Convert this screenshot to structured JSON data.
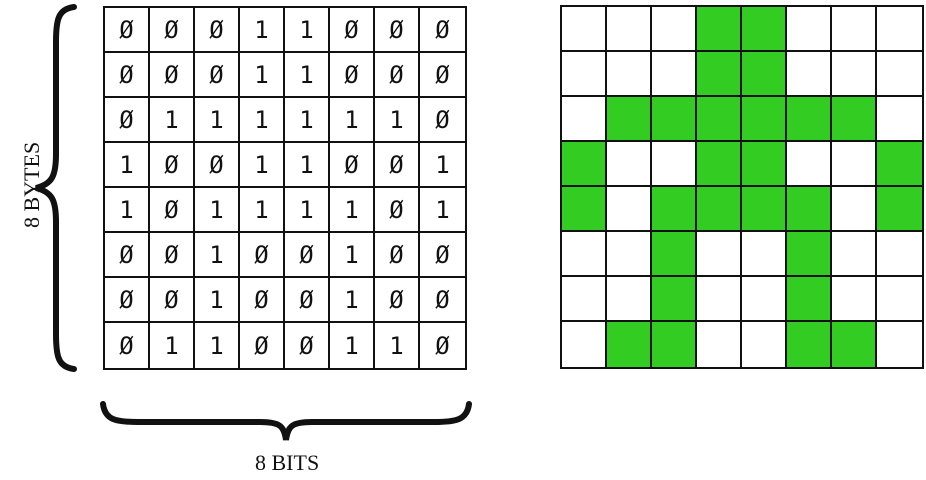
{
  "labels": {
    "bytes": "8 BYTES",
    "bits": "8 BITS"
  },
  "bit_rows": [
    [
      "Ø",
      "Ø",
      "Ø",
      "1",
      "1",
      "Ø",
      "Ø",
      "Ø"
    ],
    [
      "Ø",
      "Ø",
      "Ø",
      "1",
      "1",
      "Ø",
      "Ø",
      "Ø"
    ],
    [
      "Ø",
      "1",
      "1",
      "1",
      "1",
      "1",
      "1",
      "Ø"
    ],
    [
      "1",
      "Ø",
      "Ø",
      "1",
      "1",
      "Ø",
      "Ø",
      "1"
    ],
    [
      "1",
      "Ø",
      "1",
      "1",
      "1",
      "1",
      "Ø",
      "1"
    ],
    [
      "Ø",
      "Ø",
      "1",
      "Ø",
      "Ø",
      "1",
      "Ø",
      "Ø"
    ],
    [
      "Ø",
      "Ø",
      "1",
      "Ø",
      "Ø",
      "1",
      "Ø",
      "Ø"
    ],
    [
      "Ø",
      "1",
      "1",
      "Ø",
      "Ø",
      "1",
      "1",
      "Ø"
    ]
  ],
  "colors": {
    "on": "#33cc22",
    "off": "#ffffff",
    "line": "#111111"
  }
}
